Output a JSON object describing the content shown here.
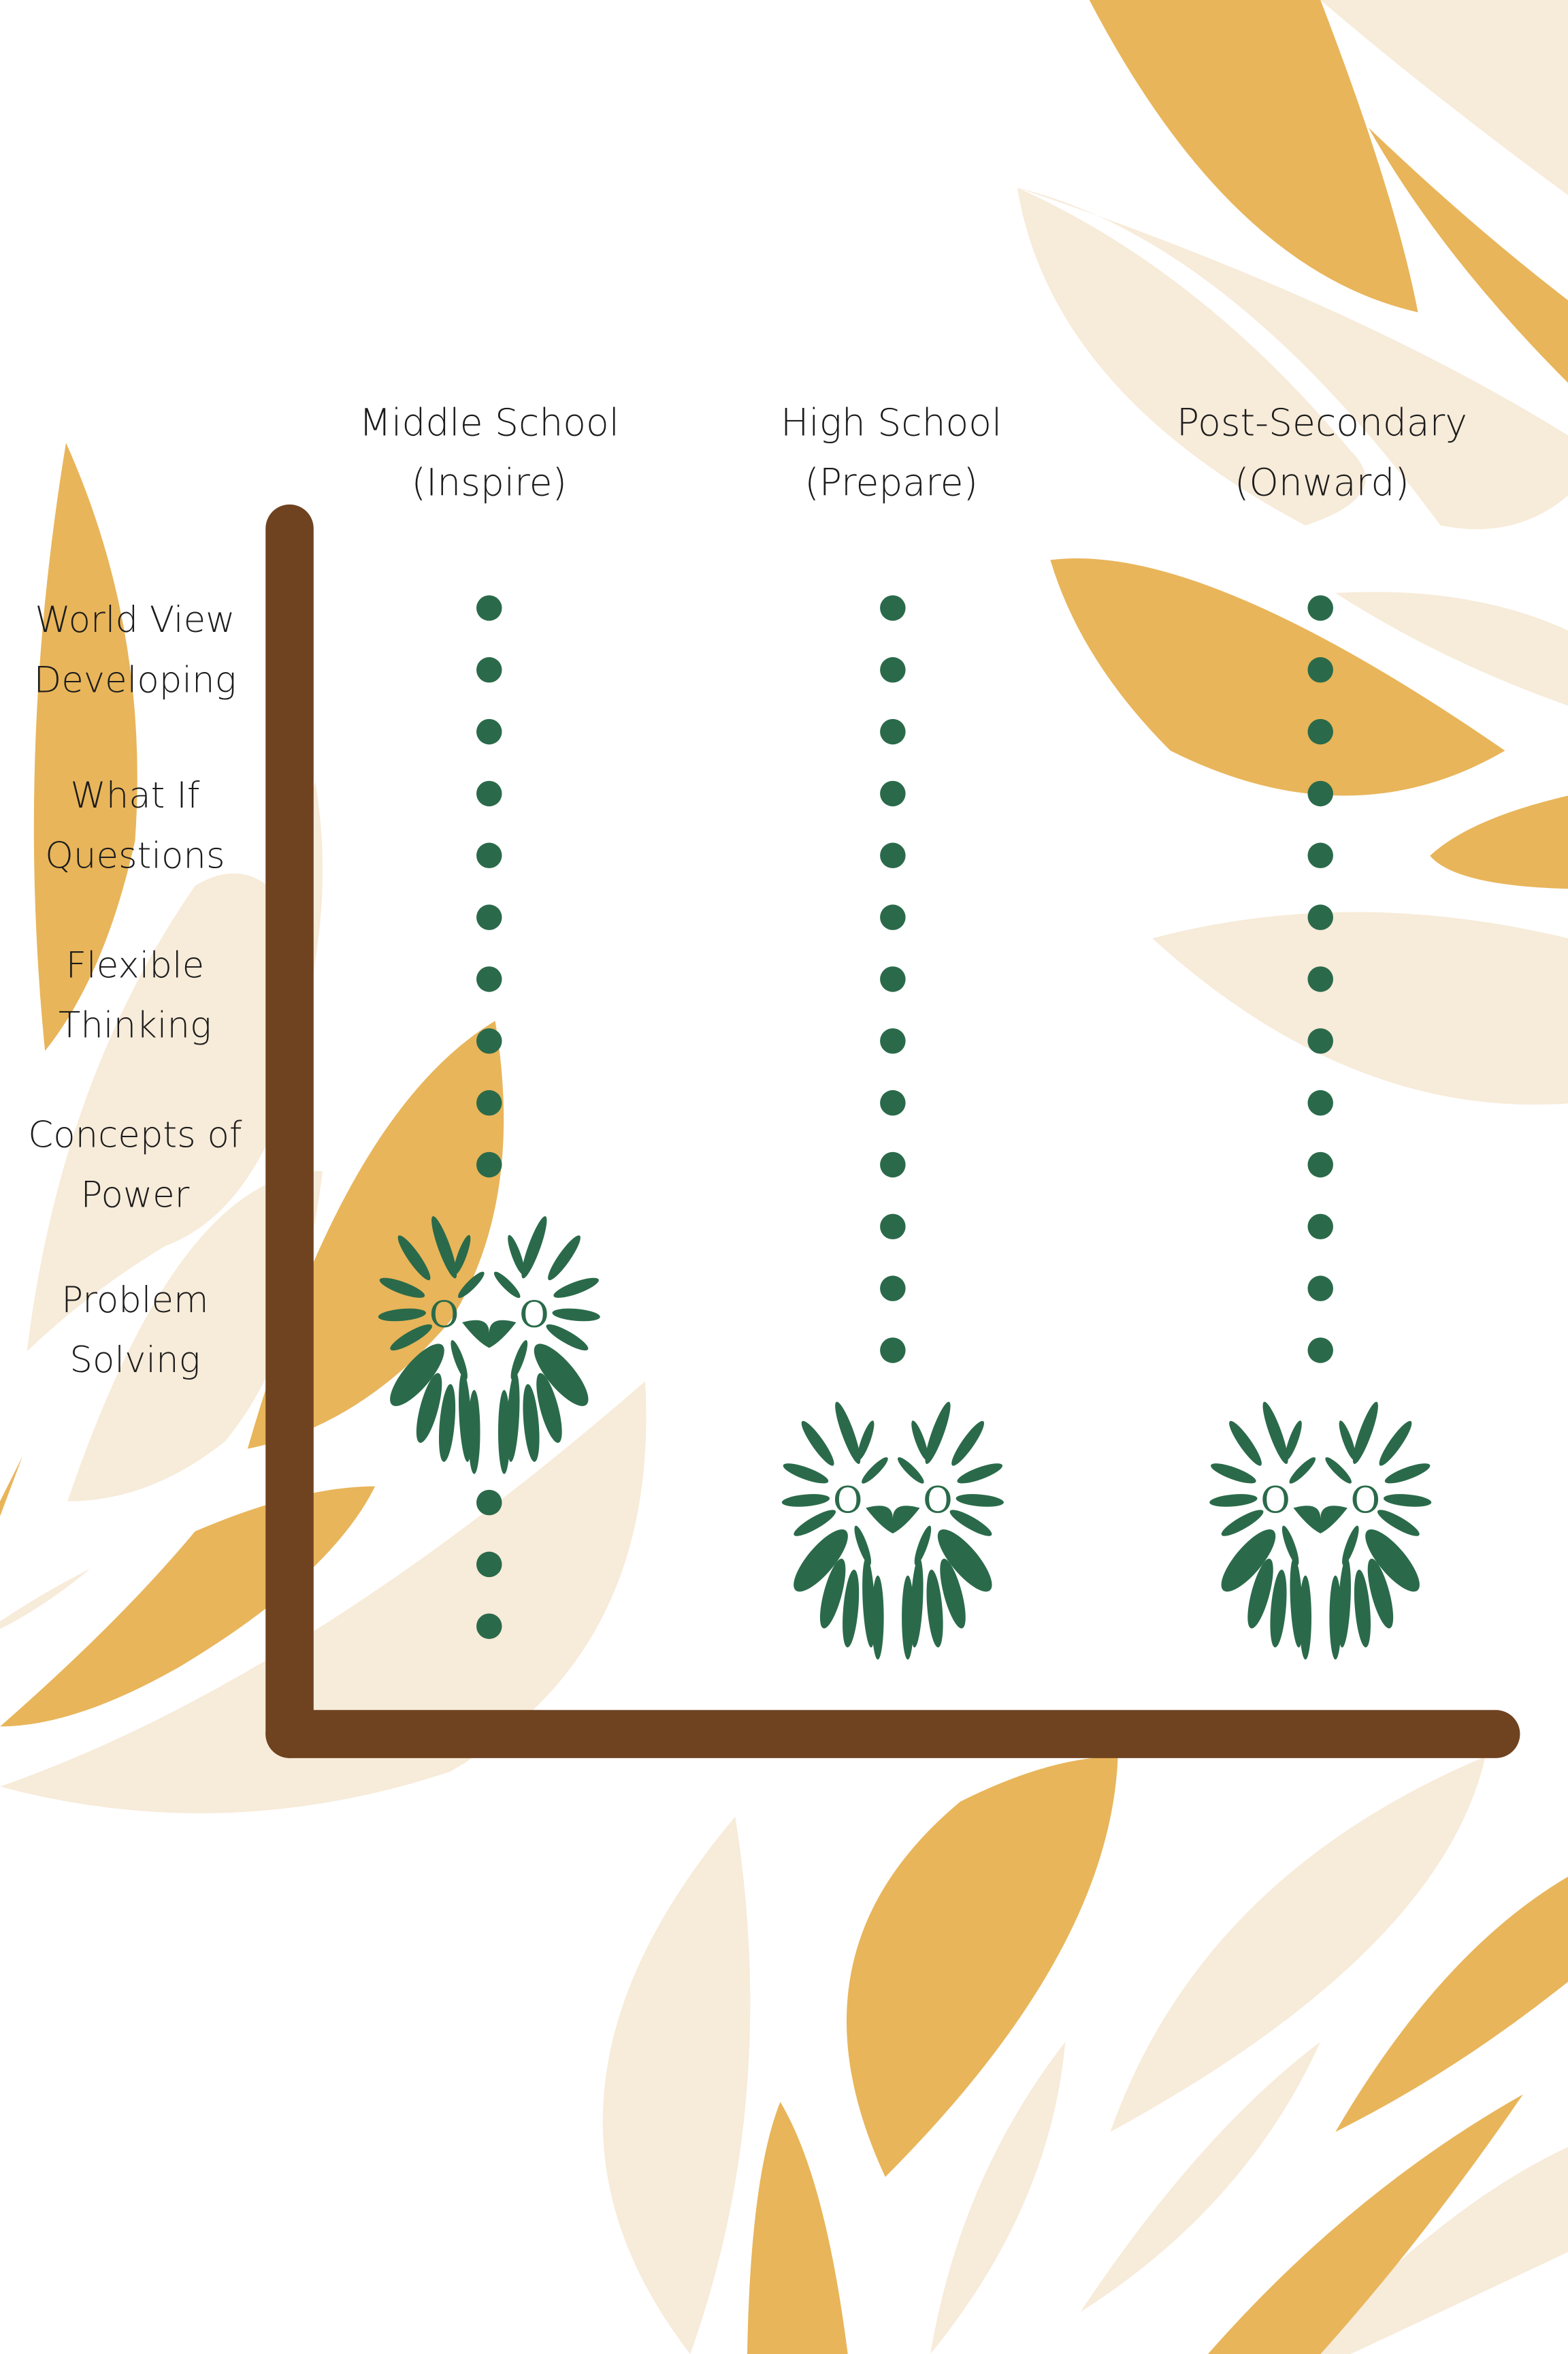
{
  "title_columns": [
    {
      "line1": "Middle School",
      "line2": "(Inspire)"
    },
    {
      "line1": "High School",
      "line2": "(Prepare)"
    },
    {
      "line1": "Post-Secondary",
      "line2": "(Onward)"
    }
  ],
  "row_labels": [
    {
      "line1": "World View",
      "line2": "Developing"
    },
    {
      "line1": "What If",
      "line2": "Questions"
    },
    {
      "line1": "Flexible",
      "line2": "Thinking"
    },
    {
      "line1": "Concepts of",
      "line2": "Power"
    },
    {
      "line1": "Problem",
      "line2": "Solving"
    }
  ],
  "columns_progress": [
    {
      "stage": "Middle School",
      "dots_before_owl": 10,
      "dots_after_owl": 3
    },
    {
      "stage": "High School",
      "dots_before_owl": 13,
      "dots_after_owl": 0
    },
    {
      "stage": "Post-Secondary",
      "dots_before_owl": 13,
      "dots_after_owl": 0
    }
  ],
  "logo": {
    "letters": "O O",
    "icon": "owl-logo-icon"
  },
  "colors": {
    "green": "#2a6a4a",
    "gold": "#e8b55a",
    "cream": "#f7ebd9",
    "axis": "#6f4220"
  }
}
